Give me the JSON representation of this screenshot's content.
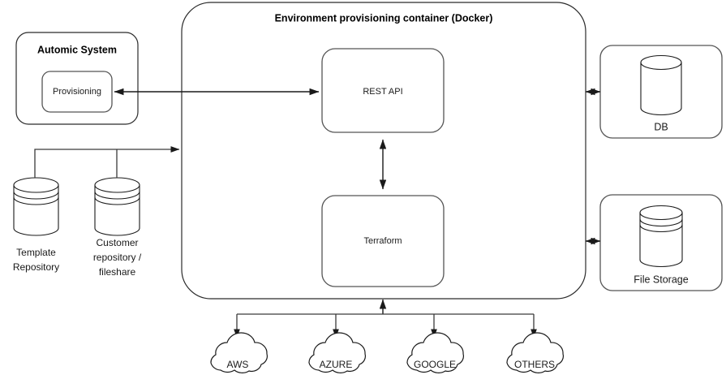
{
  "diagram": {
    "title": "Environment provisioning container (Docker)",
    "container": {
      "label": "Environment provisioning container (Docker)",
      "services": [
        {
          "name": "rest-api",
          "label": "REST API"
        },
        {
          "name": "terraform",
          "label": "Terraform"
        }
      ]
    },
    "automic": {
      "title": "Automic System",
      "inner_label": "Provisioning"
    },
    "repositories": [
      {
        "name": "template-repository",
        "lines": [
          "Template",
          "Repository"
        ]
      },
      {
        "name": "customer-repository",
        "lines": [
          "Customer",
          "repository /",
          "fileshare"
        ]
      }
    ],
    "storages": [
      {
        "name": "db",
        "label": "DB",
        "icon": "cylinder-plain-icon"
      },
      {
        "name": "file-storage",
        "label": "File Storage",
        "icon": "cylinder-disk-stack-icon"
      }
    ],
    "clouds": [
      {
        "name": "aws",
        "label": "AWS"
      },
      {
        "name": "azure",
        "label": "AZURE"
      },
      {
        "name": "google",
        "label": "GOOGLE"
      },
      {
        "name": "others",
        "label": "OTHERS"
      }
    ],
    "colors": {
      "background": "#ffffff",
      "stroke_dark": "#1a1a1a",
      "stroke_grey": "#555555",
      "text": "#1a1a1a"
    }
  }
}
